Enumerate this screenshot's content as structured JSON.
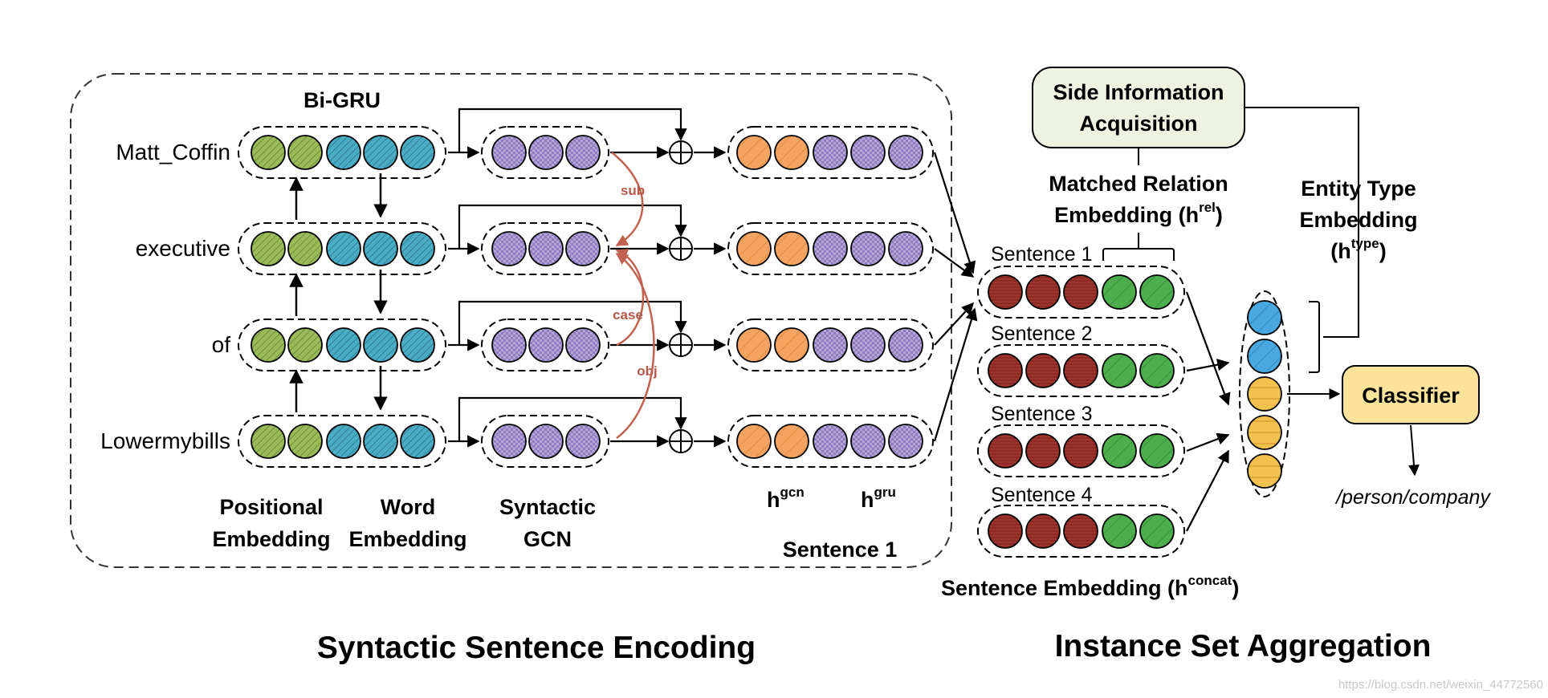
{
  "left_panel": {
    "bigru_label": "Bi-GRU",
    "words": [
      "Matt_Coffin",
      "executive",
      "of",
      "Lowermybills"
    ],
    "bottom_labels": {
      "positional": [
        "Positional",
        "Embedding"
      ],
      "word": [
        "Word",
        "Embedding"
      ],
      "gcn": [
        "Syntactic",
        "GCN"
      ]
    },
    "h_gcn": {
      "base": "h",
      "sup": "gcn"
    },
    "h_gru": {
      "base": "h",
      "sup": "gru"
    },
    "sentence_label": "Sentence 1",
    "dependency_labels": [
      "sub",
      "case",
      "obj"
    ]
  },
  "right_panel": {
    "side_info": [
      "Side Information",
      "Acquisition"
    ],
    "matched_relation": {
      "line1": "Matched Relation",
      "line2": "Embedding (h",
      "sup": "rel",
      "close": ")"
    },
    "entity_type": {
      "line1": "Entity Type",
      "line2": "Embedding",
      "line3": "(h",
      "sup": "type",
      "close": ")"
    },
    "sentences": [
      "Sentence 1",
      "Sentence 2",
      "Sentence 3",
      "Sentence 4"
    ],
    "sentence_embedding": {
      "text": "Sentence Embedding (h",
      "sup": "concat",
      "close": ")"
    },
    "classifier": "Classifier",
    "output": "/person/company"
  },
  "titles": {
    "left": "Syntactic Sentence Encoding",
    "right": "Instance Set Aggregation"
  },
  "watermark": "https://blog.csdn.net/weixin_44772560",
  "colors": {
    "positional": "#9bbb59",
    "word": "#4bacc6",
    "gcn": "#b4a7d6",
    "orange": "#f4a460",
    "red": "#a0342c",
    "green": "#4cae4c",
    "blue": "#4aa8e0",
    "yellow": "#f2c14e",
    "side_box": "#eef2e0",
    "classifier_box": "#fbe39b",
    "dep_arrow": "#c0624f"
  }
}
